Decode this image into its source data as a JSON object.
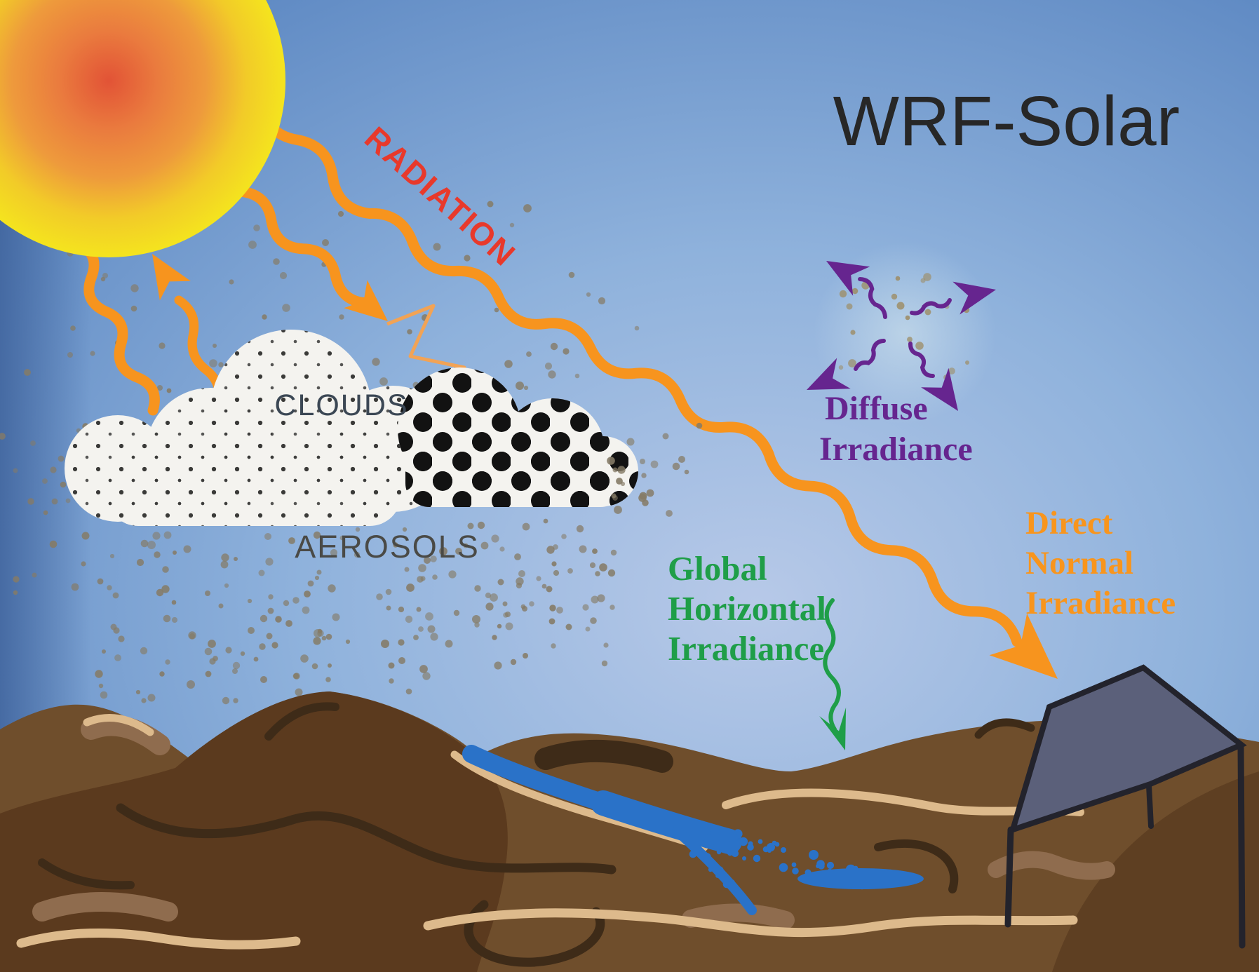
{
  "title": {
    "text": "WRF-Solar"
  },
  "labels": {
    "radiation": "RADIATION",
    "clouds": "CLOUDS",
    "aerosols": "AEROSOLS",
    "diffuse_line1": "Diffuse",
    "diffuse_line2": "Irradiance",
    "ghi_line1": "Global",
    "ghi_line2": "Horizontal",
    "ghi_line3": "Irradiance",
    "dni_line1": "Direct",
    "dni_line2": "Normal",
    "dni_line3": "Irradiance"
  },
  "colors": {
    "sky_center": "#b7c9e8",
    "sky_mid": "#8fb2dc",
    "sky_edge": "#5884c0",
    "sky_left_band": "#3f639c",
    "sun_core": "#e25336",
    "sun_mid": "#ee9a3c",
    "sun_rim": "#f4e41e",
    "ray_orange": "#F7941E",
    "radiation_text": "#E8392B",
    "title_text": "#272727",
    "clouds_label": "#3B4754",
    "aerosols_label": "#4A4A46",
    "cloud_fill": "#f4f3ef",
    "stipple_dot": "#3a3a38",
    "polka_dot": "#121212",
    "aerosol_dot": "#857b66",
    "diffuse_purple": "#66258F",
    "ghi_green": "#1F9E48",
    "dni_orange": "#F8951D",
    "terrain_base": "#6f4e2c",
    "terrain_dark": "#5b3a1e",
    "terrain_shadow": "#3e2b18",
    "terrain_tan": "#ddba8c",
    "terrain_light": "#8f6c4e",
    "river_blue": "#2A72C8",
    "roof_fill": "#5B607A",
    "house_outline": "#23232C"
  }
}
